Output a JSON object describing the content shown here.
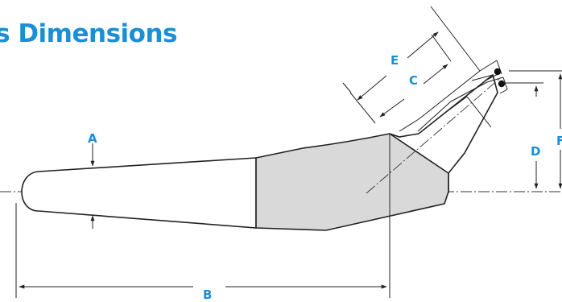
{
  "title": "sis Dimensions",
  "labels": {
    "a": "A",
    "b": "B",
    "c": "C",
    "d": "D",
    "e": "E",
    "f": "F"
  },
  "colors": {
    "accent": "#1a8fd6",
    "fill": "#d9d9d9",
    "line": "#222222"
  }
}
